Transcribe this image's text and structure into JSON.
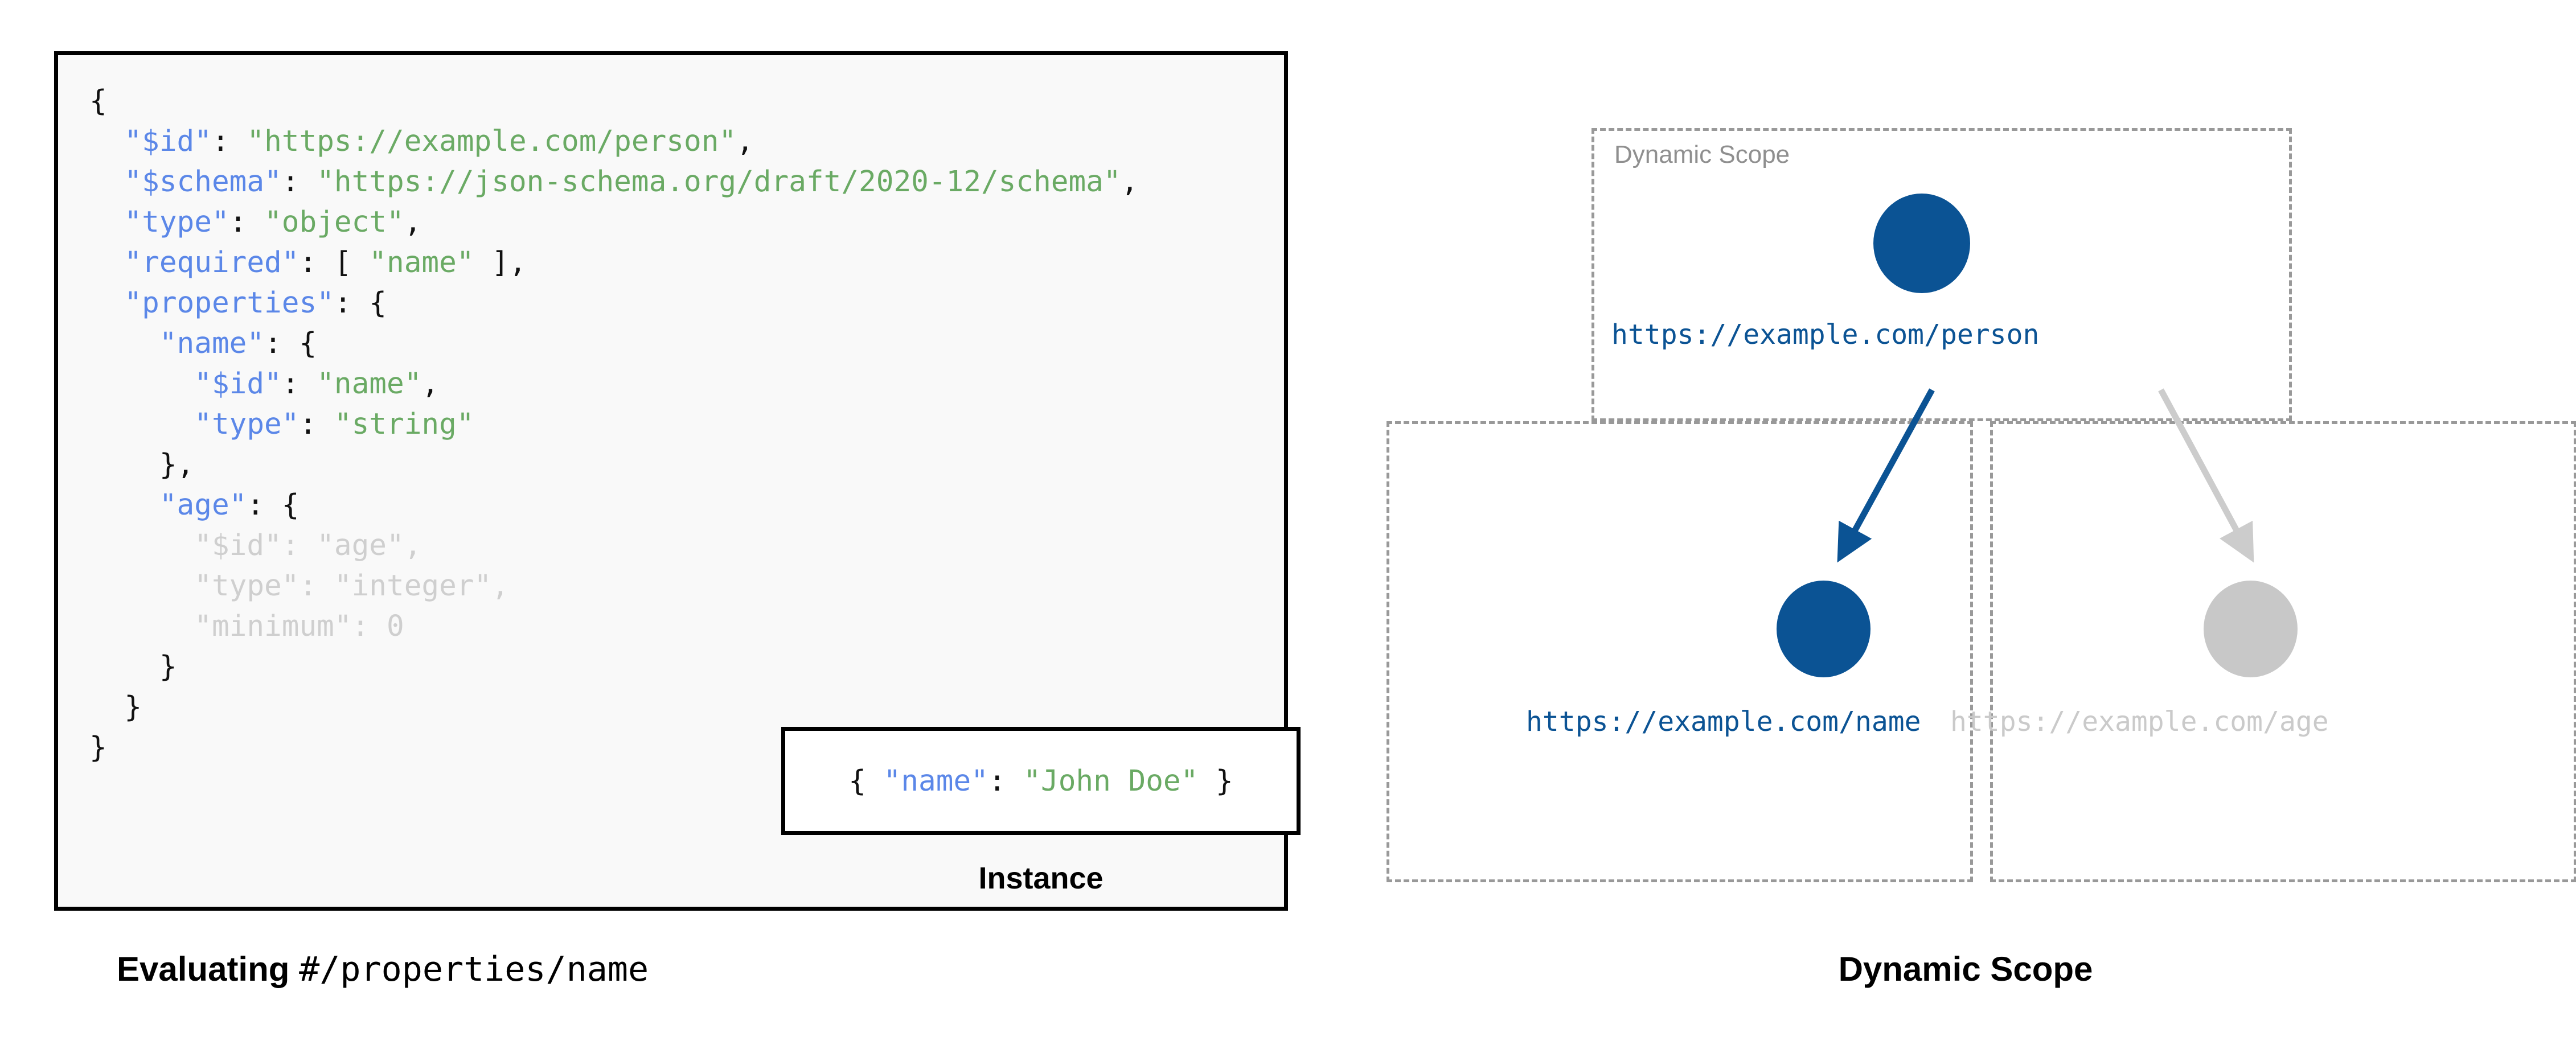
{
  "left_panel": {
    "schema_lines": [
      {
        "indent": 0,
        "dim": false,
        "parts": [
          {
            "t": "{",
            "c": "p"
          }
        ]
      },
      {
        "indent": 1,
        "dim": false,
        "parts": [
          {
            "t": "\"$id\"",
            "c": "k"
          },
          {
            "t": ": ",
            "c": "p"
          },
          {
            "t": "\"https://example.com/person\"",
            "c": "s"
          },
          {
            "t": ",",
            "c": "p"
          }
        ]
      },
      {
        "indent": 1,
        "dim": false,
        "parts": [
          {
            "t": "\"$schema\"",
            "c": "k"
          },
          {
            "t": ": ",
            "c": "p"
          },
          {
            "t": "\"https://json-schema.org/draft/2020-12/schema\"",
            "c": "s"
          },
          {
            "t": ",",
            "c": "p"
          }
        ]
      },
      {
        "indent": 1,
        "dim": false,
        "parts": [
          {
            "t": "\"type\"",
            "c": "k"
          },
          {
            "t": ": ",
            "c": "p"
          },
          {
            "t": "\"object\"",
            "c": "s"
          },
          {
            "t": ",",
            "c": "p"
          }
        ]
      },
      {
        "indent": 1,
        "dim": false,
        "parts": [
          {
            "t": "\"required\"",
            "c": "k"
          },
          {
            "t": ": [ ",
            "c": "p"
          },
          {
            "t": "\"name\"",
            "c": "s"
          },
          {
            "t": " ],",
            "c": "p"
          }
        ]
      },
      {
        "indent": 1,
        "dim": false,
        "parts": [
          {
            "t": "\"properties\"",
            "c": "k"
          },
          {
            "t": ": {",
            "c": "p"
          }
        ]
      },
      {
        "indent": 2,
        "dim": false,
        "parts": [
          {
            "t": "\"name\"",
            "c": "k"
          },
          {
            "t": ": {",
            "c": "p"
          }
        ]
      },
      {
        "indent": 3,
        "dim": false,
        "parts": [
          {
            "t": "\"$id\"",
            "c": "k"
          },
          {
            "t": ": ",
            "c": "p"
          },
          {
            "t": "\"name\"",
            "c": "s"
          },
          {
            "t": ",",
            "c": "p"
          }
        ]
      },
      {
        "indent": 3,
        "dim": false,
        "parts": [
          {
            "t": "\"type\"",
            "c": "k"
          },
          {
            "t": ": ",
            "c": "p"
          },
          {
            "t": "\"string\"",
            "c": "s"
          }
        ]
      },
      {
        "indent": 2,
        "dim": false,
        "parts": [
          {
            "t": "},",
            "c": "p"
          }
        ]
      },
      {
        "indent": 2,
        "dim": false,
        "parts": [
          {
            "t": "\"age\"",
            "c": "k"
          },
          {
            "t": ": {",
            "c": "p"
          }
        ]
      },
      {
        "indent": 3,
        "dim": true,
        "parts": [
          {
            "t": "\"$id\"",
            "c": "k"
          },
          {
            "t": ": ",
            "c": "p"
          },
          {
            "t": "\"age\"",
            "c": "s"
          },
          {
            "t": ",",
            "c": "p"
          }
        ]
      },
      {
        "indent": 3,
        "dim": true,
        "parts": [
          {
            "t": "\"type\"",
            "c": "k"
          },
          {
            "t": ": ",
            "c": "p"
          },
          {
            "t": "\"integer\"",
            "c": "s"
          },
          {
            "t": ",",
            "c": "p"
          }
        ]
      },
      {
        "indent": 3,
        "dim": true,
        "parts": [
          {
            "t": "\"minimum\"",
            "c": "k"
          },
          {
            "t": ": 0",
            "c": "p"
          }
        ]
      },
      {
        "indent": 2,
        "dim": false,
        "parts": [
          {
            "t": "}",
            "c": "p"
          }
        ]
      },
      {
        "indent": 1,
        "dim": false,
        "parts": [
          {
            "t": "}",
            "c": "p"
          }
        ]
      },
      {
        "indent": 0,
        "dim": false,
        "parts": [
          {
            "t": "}",
            "c": "p"
          }
        ]
      }
    ],
    "instance": {
      "parts": [
        {
          "t": "{ ",
          "c": "p"
        },
        {
          "t": "\"name\"",
          "c": "k"
        },
        {
          "t": ": ",
          "c": "p"
        },
        {
          "t": "\"John Doe\"",
          "c": "s"
        },
        {
          "t": " }",
          "c": "p"
        }
      ],
      "caption": "Instance"
    },
    "caption_prefix": "Evaluating ",
    "caption_pointer": "#/properties/name"
  },
  "diagram": {
    "scope_top_label": "Dynamic Scope",
    "nodes": [
      {
        "id": "person",
        "label": "https://example.com/person",
        "state": "active"
      },
      {
        "id": "name",
        "label": "https://example.com/name",
        "state": "active"
      },
      {
        "id": "age",
        "label": "https://example.com/age",
        "state": "faded"
      }
    ],
    "edges": [
      {
        "from": "person",
        "to": "name",
        "state": "active"
      },
      {
        "from": "person",
        "to": "age",
        "state": "faded"
      }
    ],
    "caption": "Dynamic Scope"
  },
  "colors": {
    "key_blue": "#5b87e8",
    "string_green": "#6aaa64",
    "faded_gray": "#cfcfcf",
    "node_active": "#0b5394",
    "node_faded": "#c8c8c8",
    "dashed_border": "#999999",
    "panel_bg": "#f9f9f9",
    "panel_border": "#000000"
  }
}
